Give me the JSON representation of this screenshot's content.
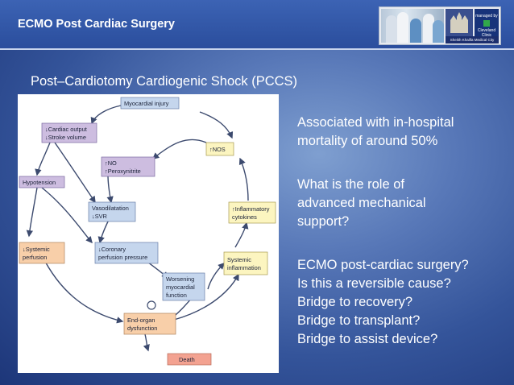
{
  "header": {
    "title": "ECMO Post Cardiac Surgery",
    "logo": {
      "managed_by": "managed by",
      "cleveland": "Cleveland Clinic",
      "institution": "Sheikh Khalifa Medical City"
    }
  },
  "section_title": "Post–Cardiotomy Cardiogenic Shock (PCCS)",
  "body": {
    "lines_a": [
      "Associated with in-hospital",
      "mortality of around 50%"
    ],
    "lines_b": [
      "What is the role of",
      "advanced mechanical",
      "support?"
    ],
    "lines_c": [
      "ECMO post-cardiac surgery?",
      "Is this a reversible cause?",
      "Bridge to recovery?",
      "Bridge to transplant?",
      "Bridge to assist device?"
    ]
  },
  "diagram": {
    "nodes": {
      "myocardial_injury": "Myocardial injury",
      "cardiac_output": [
        "↓Cardiac output",
        "↓Stroke volume"
      ],
      "nos": "↑NOS",
      "no_perox": [
        "↑NO",
        "↑Peroxynitrite"
      ],
      "hypotension": "Hypotension",
      "vasodilatation": [
        "Vasodilatation",
        "↓SVR"
      ],
      "inflammatory": [
        "↑Inflammatory",
        "cytokines"
      ],
      "systemic_perfusion": [
        "↓Systemic",
        "perfusion"
      ],
      "coronary_perfusion": [
        "↓Coronary",
        "perfusion pressure"
      ],
      "systemic_inflammation": [
        "Systemic",
        "inflammation"
      ],
      "worsening": [
        "Worsening",
        "myocardial",
        "function"
      ],
      "end_organ": [
        "End-organ",
        "dysfunction"
      ],
      "death": "Death"
    },
    "colors": {
      "blue": "#c5d6ed",
      "purple": "#cdbde0",
      "yellow": "#fcf5c0",
      "orange": "#f8cfa9",
      "red": "#f3a291",
      "stroke": "#3c4a6e"
    }
  }
}
